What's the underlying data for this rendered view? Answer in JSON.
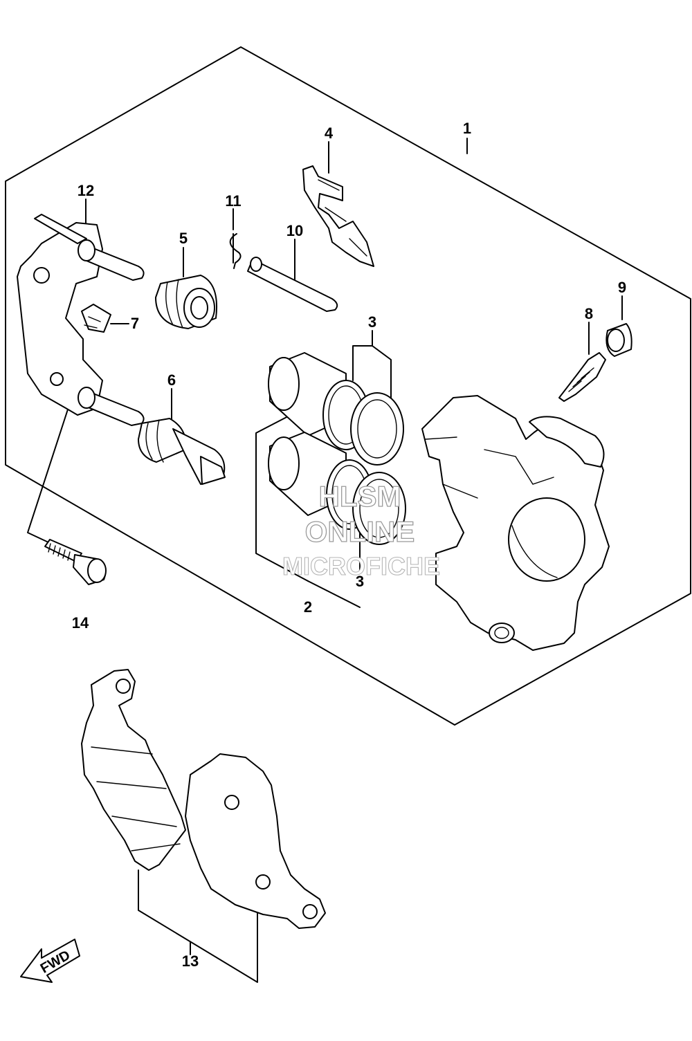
{
  "callouts": {
    "c1": "1",
    "c2": "2",
    "c3a": "3",
    "c3b": "3",
    "c4": "4",
    "c5": "5",
    "c6": "6",
    "c7": "7",
    "c8": "8",
    "c9": "9",
    "c10": "10",
    "c11": "11",
    "c12": "12",
    "c13": "13",
    "c14": "14"
  },
  "watermark": {
    "line1": "HLSM",
    "line2": "ONLINE",
    "line3": "MICROFICHE"
  },
  "direction": {
    "label": "FWD"
  }
}
